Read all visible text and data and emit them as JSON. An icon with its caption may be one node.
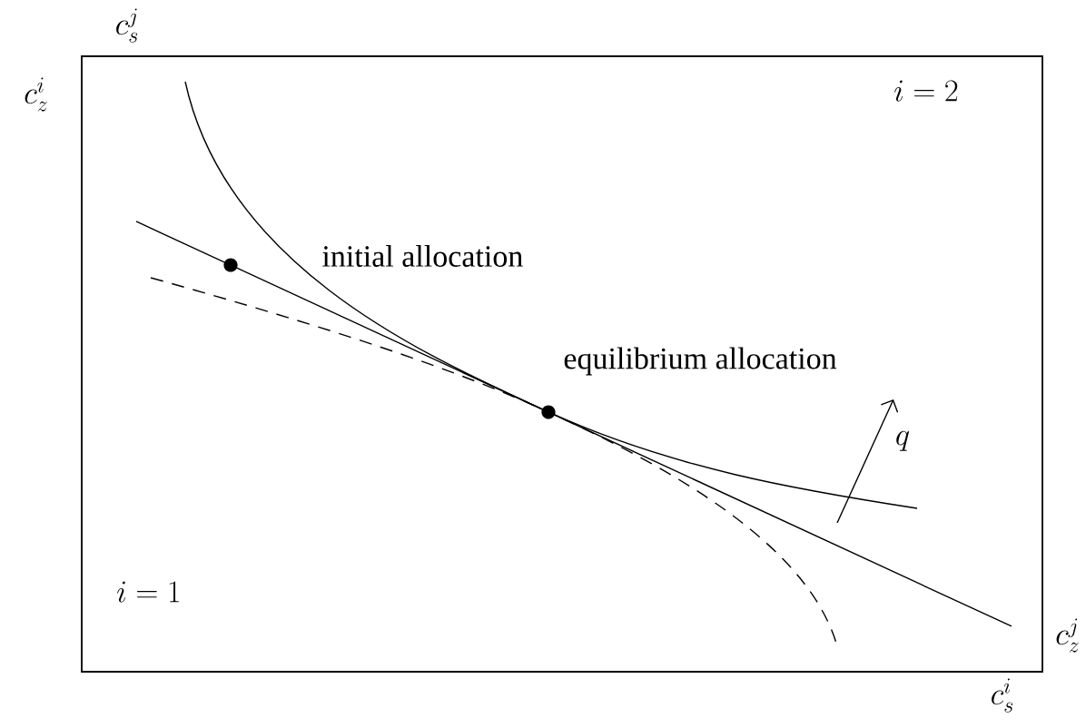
{
  "diagram": {
    "labels": [
      "c_s^j",
      "c_z^i",
      "i = 2",
      "initial allocation",
      "equilibrium allocation",
      "q",
      "i = 1",
      "c_z^j",
      "c_s^i"
    ]
  }
}
